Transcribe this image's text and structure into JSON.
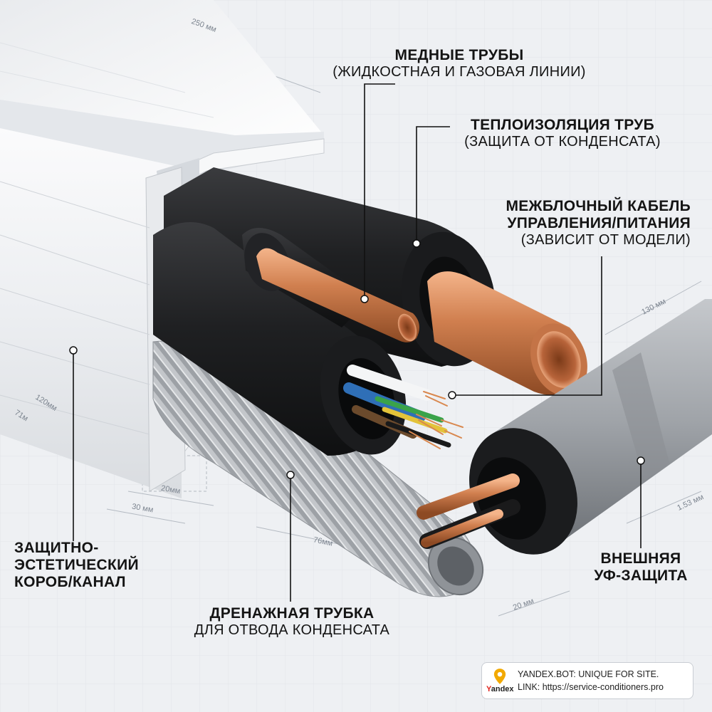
{
  "labels": {
    "copper": {
      "title": "МЕДНЫЕ ТРУБЫ",
      "sub": "(ЖИДКОСТНАЯ И ГАЗОВАЯ ЛИНИИ)"
    },
    "insulation": {
      "title": "ТЕПЛОИЗОЛЯЦИЯ ТРУБ",
      "sub": "(ЗАЩИТА ОТ КОНДЕНСАТА)"
    },
    "cable": {
      "title_1": "МЕЖБЛОЧНЫЙ КАБЕЛЬ",
      "title_2": "УПРАВЛЕНИЯ/ПИТАНИЯ",
      "sub": "(ЗАВИСИТ ОТ МОДЕЛИ)"
    },
    "duct": {
      "line_1": "ЗАЩИТНО-",
      "line_2": "ЭСТЕТИЧЕСКИЙ",
      "line_3": "КОРОБ/КАНАЛ"
    },
    "drain": {
      "title": "ДРЕНАЖНАЯ ТРУБКА",
      "sub": "ДЛЯ ОТВОДА КОНДЕНСАТА"
    },
    "uv": {
      "line_1": "ВНЕШНЯЯ",
      "line_2": "УФ-ЗАЩИТА"
    }
  },
  "dimensions": {
    "top": "250 мм",
    "right_top": "130 мм",
    "right_mid": "1.53 мм",
    "bottom_right": "20 мм",
    "left_a": "120мм",
    "left_b": "71м",
    "mid_a": "20мм",
    "mid_b": "30 мм",
    "mid_c": "76мм"
  },
  "badge": {
    "logo": "Yandex",
    "line_1": "YANDEX.BOT: UNIQUE FOR SITE.",
    "line_2": "LINK: https://service-conditioners.pro"
  },
  "colors": {
    "background": "#eef0f3",
    "duct": "#f2f3f5",
    "foam": "#1c1d1f",
    "copper": "#c8774a",
    "drain": "#b9bcc0",
    "uv_tape": "#9a9ea3",
    "pin": "#f2a900"
  }
}
